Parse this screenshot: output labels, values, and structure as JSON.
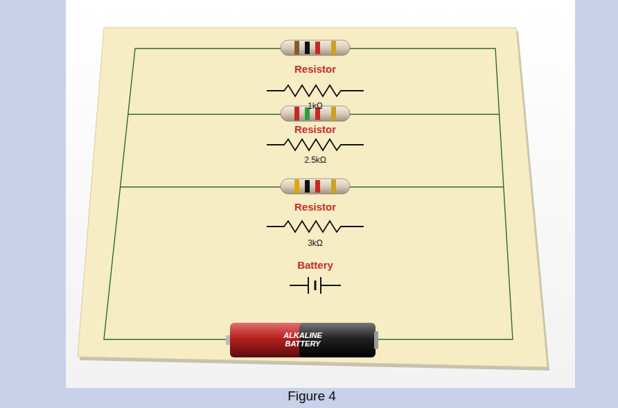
{
  "diagram": {
    "caption": "Figure 4",
    "labels": [
      "Resistor",
      "1kΩ",
      "Resistor",
      "2.5kΩ",
      "Resistor",
      "3kΩ",
      "Battery",
      "ALKALINE BATTERY"
    ]
  }
}
